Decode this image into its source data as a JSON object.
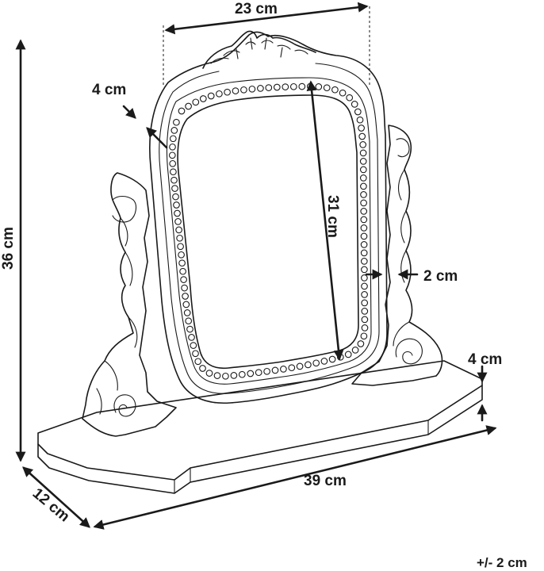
{
  "dimensions": {
    "frame_width": "23 cm",
    "frame_border": "4 cm",
    "total_height": "36 cm",
    "mirror_height": "31 cm",
    "frame_depth": "2 cm",
    "base_height": "4 cm",
    "base_width": "39 cm",
    "base_depth": "12 cm"
  },
  "tolerance": "+/- 2 cm",
  "colors": {
    "ink": "#1a1a1a",
    "background": "#ffffff"
  }
}
